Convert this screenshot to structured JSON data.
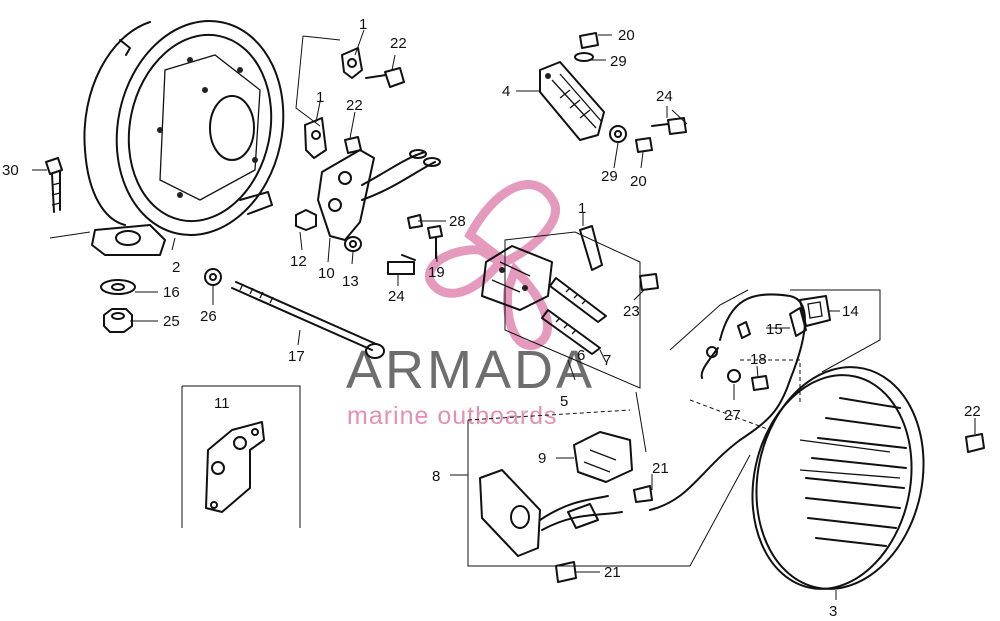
{
  "watermark": {
    "brand": "ARMADA",
    "tagline": "marine outboards",
    "logo_color": "#e38fb6",
    "text_color": "#6e6e6e"
  },
  "callouts": {
    "p1a": "1",
    "p1b": "1",
    "p1c": "1",
    "p2": "2",
    "p3": "3",
    "p4": "4",
    "p5": "5",
    "p6": "6",
    "p7": "7",
    "p8": "8",
    "p9": "9",
    "p10": "10",
    "p11": "11",
    "p12": "12",
    "p13": "13",
    "p14": "14",
    "p15": "15",
    "p16": "16",
    "p17": "17",
    "p18": "18",
    "p19": "19",
    "p20a": "20",
    "p20b": "20",
    "p21a": "21",
    "p21b": "21",
    "p22a": "22",
    "p22b": "22",
    "p22c": "22",
    "p23": "23",
    "p24a": "24",
    "p24b": "24",
    "p25": "25",
    "p26": "26",
    "p27": "27",
    "p28": "28",
    "p29a": "29",
    "p29b": "29",
    "p30": "30"
  }
}
